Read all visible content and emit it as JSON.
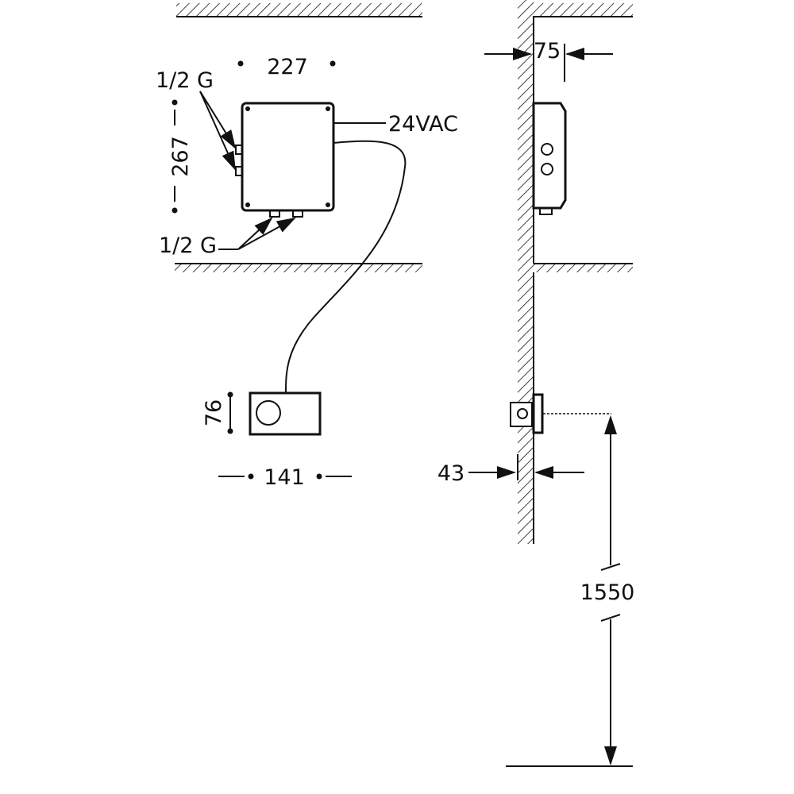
{
  "labels": {
    "box_width": "227",
    "box_height": "267",
    "thread_side": "1/2 G",
    "thread_bottom": "1/2 G",
    "power": "24VAC",
    "sensor_height": "76",
    "sensor_width": "141",
    "box_depth": "75",
    "sensor_depth": "43",
    "mount_height": "1550"
  },
  "colors": {
    "line": "#111111",
    "background": "#ffffff"
  }
}
